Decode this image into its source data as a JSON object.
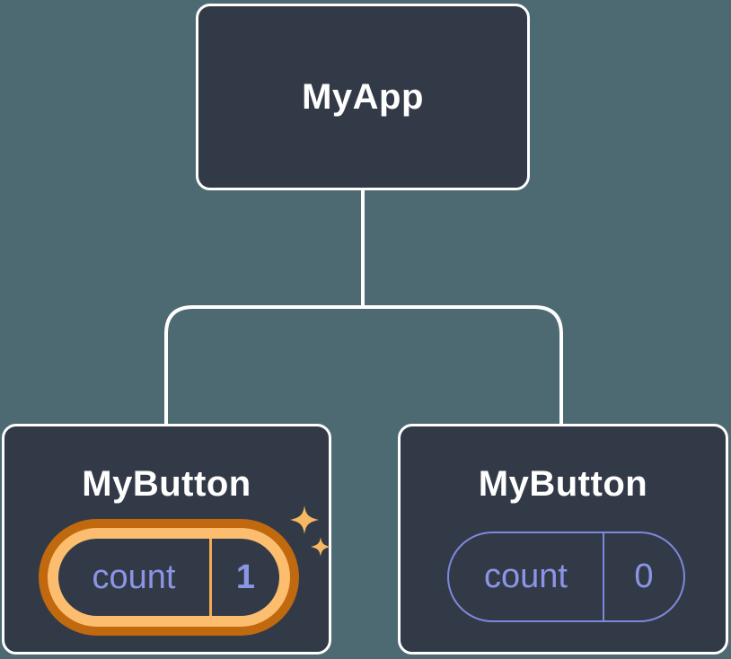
{
  "diagram": {
    "type": "react-component-tree",
    "background_color": "#4d6a72",
    "node_fill": "#333a47",
    "node_border_color": "#ffffff",
    "connector_color": "#ffffff",
    "state_text_color": "#8b95e6",
    "state_border_color": "#7d88dd",
    "highlight": {
      "ring_outer_color": "#c0690f",
      "ring_inner_color": "#fcbd6f",
      "sparkle_color": "#f7b863"
    },
    "root": {
      "label": "MyApp"
    },
    "children": [
      {
        "label": "MyButton",
        "highlighted": true,
        "state": {
          "name": "count",
          "value": "1"
        }
      },
      {
        "label": "MyButton",
        "highlighted": false,
        "state": {
          "name": "count",
          "value": "0"
        }
      }
    ]
  }
}
